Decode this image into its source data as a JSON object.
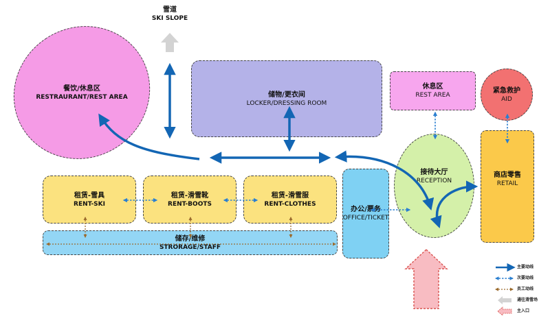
{
  "colors": {
    "primary_flow": "#1366B4",
    "secondary_flow": "#2A7FD0",
    "staff_flow": "#9B6B2E",
    "slope_arrow": "#D3D3D3",
    "entrance_arrow": "#F8BCC2",
    "restaurant": "#F59BE6",
    "locker": "#B4B2E8",
    "rest": "#F7A6EE",
    "aid": "#F27171",
    "rental": "#FBE27F",
    "office": "#7FD1F3",
    "storage": "#93D6F5",
    "reception": "#D4F0A9",
    "retail": "#FBC94A"
  },
  "slope": {
    "cn": "雪道",
    "en": "SKI SLOPE"
  },
  "zones": {
    "restaurant": {
      "cn": "餐饮/休息区",
      "en": "RESTRAURANT/REST AREA"
    },
    "locker": {
      "cn": "储物/更衣间",
      "en": "LOCKER/DRESSING ROOM"
    },
    "rest": {
      "cn": "休息区",
      "en": "REST AREA"
    },
    "aid": {
      "cn": "紧急救护",
      "en": "AID"
    },
    "rent_ski": {
      "cn": "租赁-雪具",
      "en": "RENT-SKI"
    },
    "rent_boots": {
      "cn": "租赁-滑雪靴",
      "en": "RENT-BOOTS"
    },
    "rent_clothes": {
      "cn": "租赁-滑雪服",
      "en": "RENT-CLOTHES"
    },
    "office": {
      "cn": "办公/票务",
      "en": "OFFICE/TICKET"
    },
    "storage": {
      "cn": "储存/维修",
      "en": "STRORAGE/STAFF"
    },
    "reception": {
      "cn": "接待大厅",
      "en": "RECEPTION"
    },
    "retail": {
      "cn": "商店零售",
      "en": "RETAIL"
    }
  },
  "legend": {
    "primary": "主要动线",
    "secondary": "次要动线",
    "staff": "员工动线",
    "slope": "通往滑雪场",
    "entrance": "主入口"
  }
}
